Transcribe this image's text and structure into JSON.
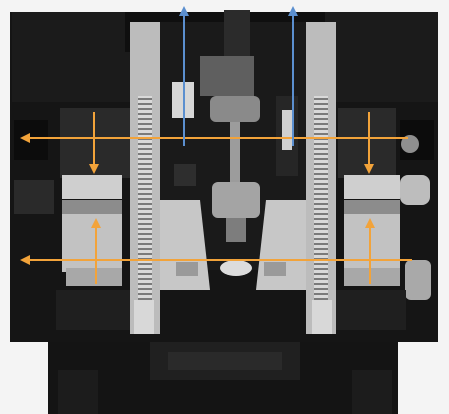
{
  "figure": {
    "subject": "machine-cross-section",
    "colors": {
      "background": "#f4f4f4",
      "frame_dark": "#111111",
      "frame_mid": "#1e1e1e",
      "steel_light": "#c8c8c8",
      "steel_mid": "#9a9a9a",
      "motion_arrow_orange": "#f2a33a",
      "motion_arrow_blue": "#5b8fcf"
    },
    "arrows": {
      "horizontal": [
        "left",
        "left"
      ],
      "vertical_blue": [
        "up",
        "up"
      ],
      "vertical_orange": [
        "down",
        "down",
        "up",
        "up"
      ]
    }
  }
}
